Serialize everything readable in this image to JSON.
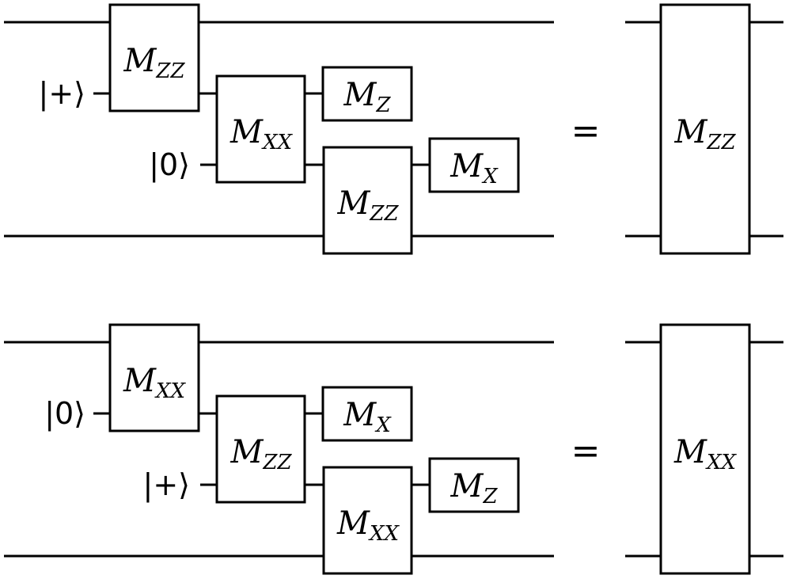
{
  "circuits": [
    {
      "ket_top": "|+⟩",
      "ket_mid": "|0⟩",
      "gate1": {
        "base": "M",
        "sub": "ZZ"
      },
      "gate2": {
        "base": "M",
        "sub": "XX"
      },
      "meas1": {
        "base": "M",
        "sub": "Z"
      },
      "gate3": {
        "base": "M",
        "sub": "ZZ"
      },
      "meas2": {
        "base": "M",
        "sub": "X"
      },
      "equals": "=",
      "result": {
        "base": "M",
        "sub": "ZZ"
      }
    },
    {
      "ket_top": "|0⟩",
      "ket_mid": "|+⟩",
      "gate1": {
        "base": "M",
        "sub": "XX"
      },
      "gate2": {
        "base": "M",
        "sub": "ZZ"
      },
      "meas1": {
        "base": "M",
        "sub": "X"
      },
      "gate3": {
        "base": "M",
        "sub": "XX"
      },
      "meas2": {
        "base": "M",
        "sub": "Z"
      },
      "equals": "=",
      "result": {
        "base": "M",
        "sub": "XX"
      }
    }
  ]
}
